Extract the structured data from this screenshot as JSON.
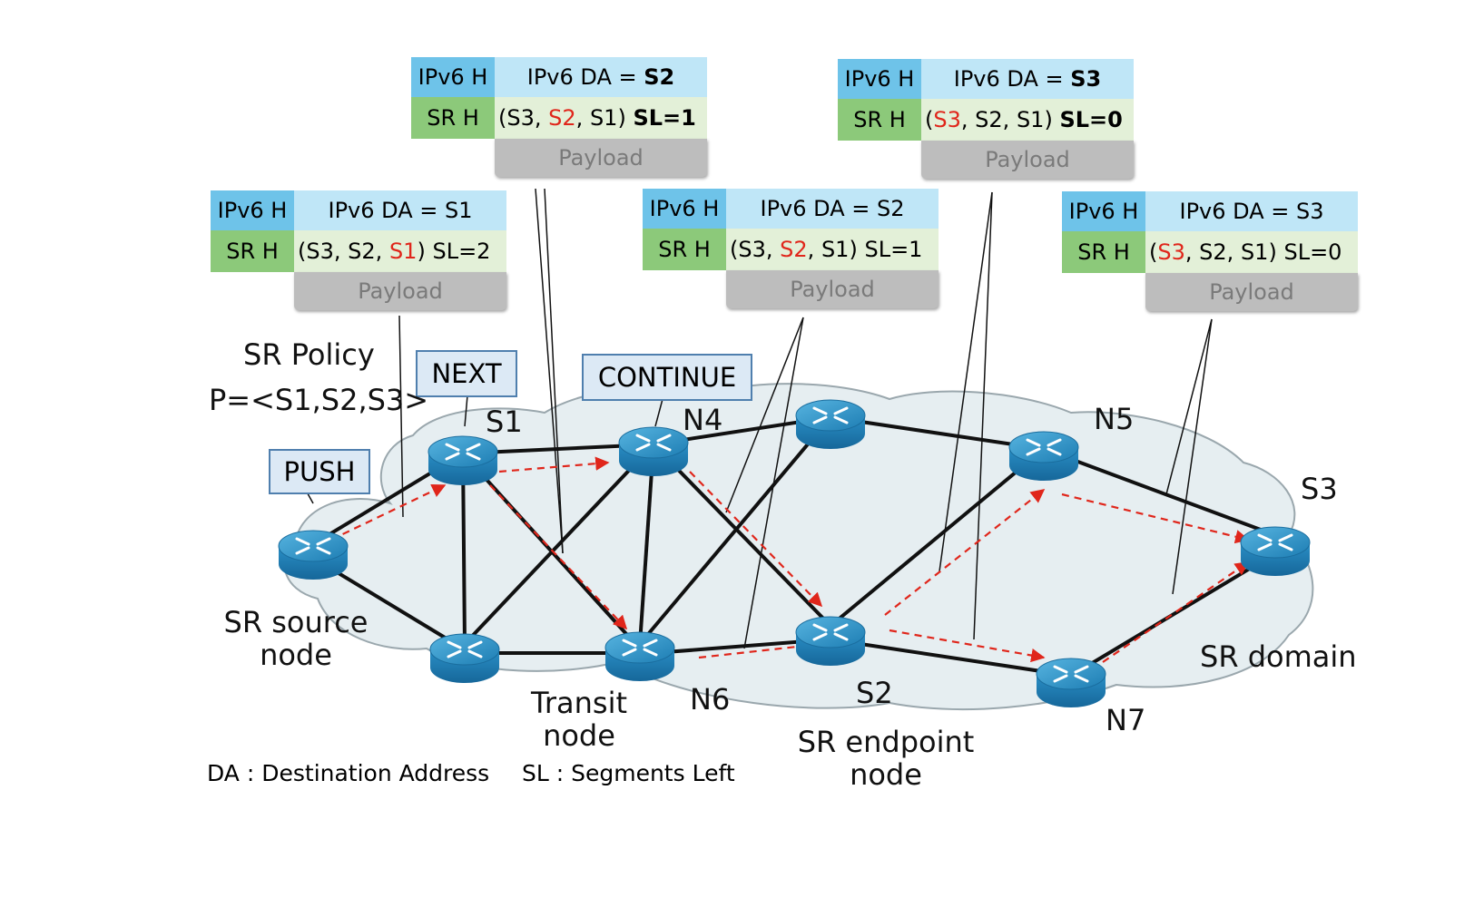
{
  "headers": [
    {
      "id": "h-s1",
      "ipv6_tag": "IPv6 H",
      "ipv6_da_prefix": "IPv6 DA = ",
      "ipv6_da": "S1",
      "da_bold": false,
      "srh_tag": "SR H",
      "seg_open": "(",
      "seg1": "S3",
      "sep1": ", ",
      "seg2": "S2",
      "sep2": ", ",
      "seg3": "S1",
      "seg_close": ")",
      "sl": "SL=2",
      "active_seg": 3,
      "sl_bold": false,
      "payload": "Payload"
    },
    {
      "id": "h-s1-out",
      "ipv6_tag": "IPv6 H",
      "ipv6_da_prefix": "IPv6 DA = ",
      "ipv6_da": "S2",
      "da_bold": true,
      "srh_tag": "SR H",
      "seg_open": "(",
      "seg1": "S3",
      "sep1": ", ",
      "seg2": "S2",
      "sep2": ", ",
      "seg3": "S1",
      "seg_close": ")",
      "sl": "SL=1",
      "active_seg": 2,
      "sl_bold": true,
      "payload": "Payload"
    },
    {
      "id": "h-n4",
      "ipv6_tag": "IPv6 H",
      "ipv6_da_prefix": "IPv6 DA = ",
      "ipv6_da": "S2",
      "da_bold": false,
      "srh_tag": "SR H",
      "seg_open": "(",
      "seg1": "S3",
      "sep1": ", ",
      "seg2": "S2",
      "sep2": ", ",
      "seg3": "S1",
      "seg_close": ")",
      "sl": "SL=1",
      "active_seg": 2,
      "sl_bold": false,
      "payload": "Payload"
    },
    {
      "id": "h-s2-out",
      "ipv6_tag": "IPv6 H",
      "ipv6_da_prefix": "IPv6 DA = ",
      "ipv6_da": "S3",
      "da_bold": true,
      "srh_tag": "SR H",
      "seg_open": "(",
      "seg1": "S3",
      "sep1": ", ",
      "seg2": "S2",
      "sep2": ", ",
      "seg3": "S1",
      "seg_close": ")",
      "sl": "SL=0",
      "active_seg": 1,
      "sl_bold": true,
      "payload": "Payload"
    },
    {
      "id": "h-n7",
      "ipv6_tag": "IPv6 H",
      "ipv6_da_prefix": "IPv6 DA = ",
      "ipv6_da": "S3",
      "da_bold": false,
      "srh_tag": "SR H",
      "seg_open": "(",
      "seg1": "S3",
      "sep1": ", ",
      "seg2": "S2",
      "sep2": ", ",
      "seg3": "S1",
      "seg_close": ")",
      "sl": "SL=0",
      "active_seg": 1,
      "sl_bold": false,
      "payload": "Payload"
    }
  ],
  "labels": {
    "policy_title": "SR Policy",
    "policy_value": "P=<S1,S2,S3>",
    "source_l1": "SR source",
    "source_l2": "node",
    "transit_l1": "Transit",
    "transit_l2": "node",
    "endpoint_l1": "SR endpoint",
    "endpoint_l2": "node",
    "domain": "SR domain",
    "s1": "S1",
    "n4": "N4",
    "n5": "N5",
    "s3": "S3",
    "n6": "N6",
    "s2": "S2",
    "n7": "N7"
  },
  "actions": {
    "push": "PUSH",
    "next": "NEXT",
    "continue": "CONTINUE"
  },
  "legend": {
    "da": "DA : Destination Address",
    "sl": "SL : Segments Left"
  },
  "colors": {
    "red": "#e0261b",
    "router": "#2b8fc4",
    "cloud": "#e6eef1",
    "link": "#111111",
    "path": "#e0261b"
  }
}
